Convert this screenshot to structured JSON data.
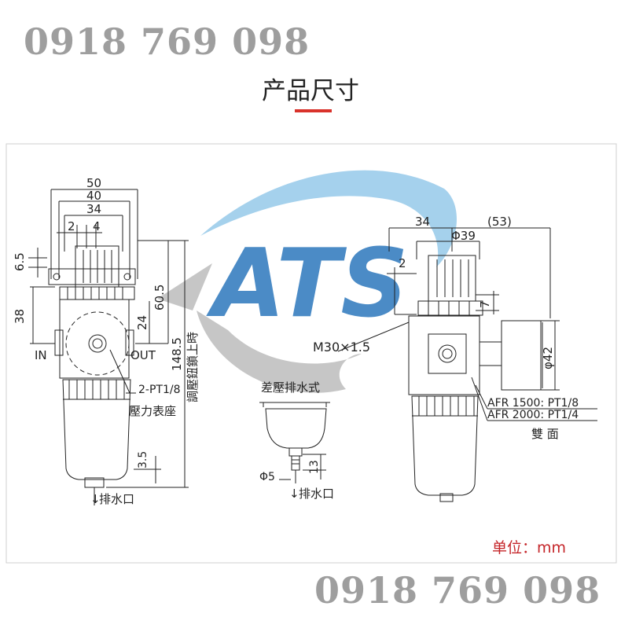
{
  "watermark": {
    "phone": "0918 769 098",
    "logo": "ATS"
  },
  "title": "产品尺寸",
  "unit_label": "单位：mm",
  "left_view": {
    "dims": [
      "50",
      "40",
      "34",
      "2",
      "4",
      "6.5",
      "38",
      "60.5",
      "24",
      "148.5"
    ],
    "vertical_label": "調壓鈕鎖上時",
    "in_label": "IN",
    "out_label": "OUT",
    "port_label": "2-PT1/8",
    "gauge_seat_label": "壓力表座",
    "drain_dim": "3.5",
    "drain_label": "排水口"
  },
  "middle_view": {
    "title": "差壓排水式",
    "dia": "Φ5",
    "length": "13",
    "drain_label": "排水口"
  },
  "right_view": {
    "dims": [
      "34",
      "(53)",
      "Φ39",
      "2",
      "7"
    ],
    "thread": "M30×1.5",
    "gauge_dia": "φ42",
    "spec1": "AFR 1500: PT1/8",
    "spec2": "AFR 2000: PT1/4",
    "both_sides": "雙 面"
  },
  "colors": {
    "accent": "#d9322b",
    "logo_blue": "#1f6fb8",
    "logo_light": "#8fc6e8"
  }
}
